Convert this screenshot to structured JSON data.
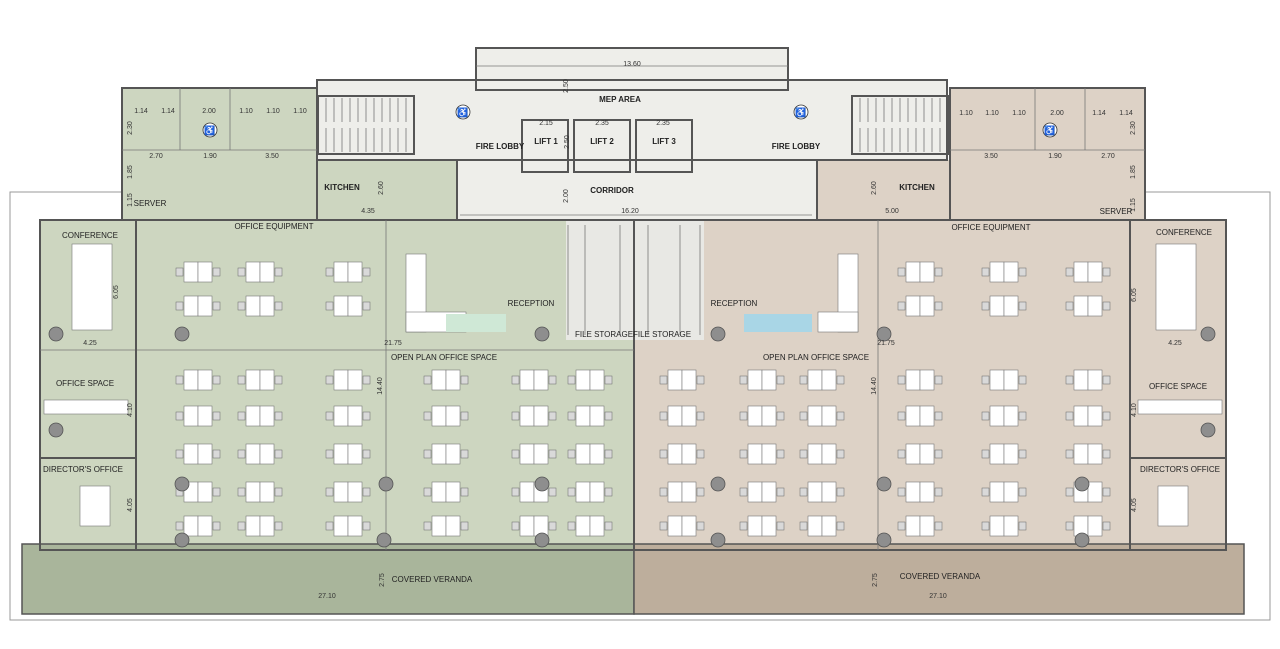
{
  "labels": {
    "mep_area": "MEP AREA",
    "corridor": "CORRIDOR",
    "fire_lobby": "FIRE LOBBY",
    "lift1": "LIFT 1",
    "lift2": "LIFT 2",
    "lift3": "LIFT 3",
    "kitchen": "KITCHEN",
    "server": "SERVER",
    "office_equipment": "OFFICE EQUIPMENT",
    "conference": "CONFERENCE",
    "reception": "RECEPTION",
    "file_storage": "FILE STORAGE",
    "open_plan": "OPEN PLAN OFFICE SPACE",
    "office_space": "OFFICE SPACE",
    "directors_office": "DIRECTOR'S OFFICE",
    "covered_veranda": "COVERED VERANDA"
  },
  "dimensions": {
    "mep_width": "13.60",
    "mep_height": "2.50",
    "lift1_w": "2.15",
    "lift2_w": "2.35",
    "lift3_w": "2.35",
    "lift_h": "2.50",
    "corridor_h": "2.00",
    "corridor_w": "16.20",
    "wc_a": "2.70",
    "wc_b": "1.90",
    "wc_c": "3.50",
    "wc_14": "1.14",
    "wc_20": "2.00",
    "wc_110": "1.10",
    "wc_h1": "2.30",
    "server_h1": "1.85",
    "server_h2": "1.15",
    "kitchen_left_w": "4.35",
    "kitchen_right_w": "5.00",
    "kitchen_h": "2.60",
    "conference_h": "6.05",
    "conference_w": "4.25",
    "zone_w": "21.75",
    "open_h": "14.40",
    "office_h": "4.10",
    "director_h": "4.05",
    "veranda_w": "27.10",
    "veranda_h": "2.75"
  },
  "colors": {
    "left_wing": "#cdd6c0",
    "right_wing": "#ddd2c6",
    "core": "#eeeeea",
    "left_veranda": "#a9b59b",
    "right_veranda": "#bdae9c",
    "reception_water_left": "#cfe8d6",
    "reception_water_right": "#a9d6e6"
  },
  "icons": [
    "accessible-toilet-icon",
    "stair-icon",
    "office-chair-icon",
    "structural-column-icon"
  ]
}
